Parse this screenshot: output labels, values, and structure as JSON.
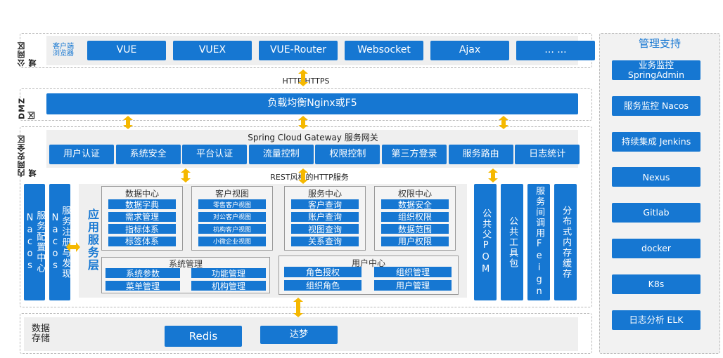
{
  "public_zone": {
    "label": "公网区域",
    "client_label": "客户端浏览器",
    "items": [
      "VUE",
      "VUEX",
      "VUE-Router",
      "Websocket",
      "Ajax",
      "... ..."
    ]
  },
  "http_label": "HTTP/HTTPS",
  "dmz_zone": {
    "label": "DMZ区",
    "lb": "负载均衡Nginx或F5"
  },
  "inner_zone": {
    "label": "内网安全区域",
    "gateway_title": "Spring Cloud Gateway 服务网关",
    "gateway_items": [
      "用户认证",
      "系统安全",
      "平台认证",
      "流量控制",
      "权限控制",
      "第三方登录",
      "服务路由",
      "日志统计"
    ],
    "rest_label": "REST风格的HTTP服务",
    "left_cols": [
      "服务配置中心Nacos",
      "服务注册与发现Nacos"
    ],
    "app_layer": "应用服务层",
    "groups": [
      {
        "title": "数据中心",
        "items": [
          "数据字典",
          "需求管理",
          "指标体系",
          "标签体系"
        ]
      },
      {
        "title": "客户视图",
        "items": [
          "零售客户视图",
          "对公客户视图",
          "机构客户视图",
          "小微企业视图"
        ]
      },
      {
        "title": "服务中心",
        "items": [
          "客户查询",
          "账户查询",
          "视图查询",
          "关系查询"
        ]
      },
      {
        "title": "权限中心",
        "items": [
          "数据安全",
          "组织权限",
          "数据范围",
          "用户权限"
        ]
      }
    ],
    "system_mgmt": {
      "title": "系统管理",
      "items": [
        "系统参数",
        "功能管理",
        "菜单管理",
        "机构管理"
      ]
    },
    "user_center": {
      "title": "用户中心",
      "items": [
        "角色授权",
        "组织管理",
        "组织角色",
        "用户管理"
      ]
    },
    "right_cols": [
      "公共父POM",
      "公共工具包",
      "服务间调用Feign",
      "分布式内存缓存"
    ]
  },
  "storage": {
    "label": "数据存储",
    "items": [
      "Redis",
      "达梦"
    ]
  },
  "mgmt": {
    "title": "管理支持",
    "items": [
      "业务监控 SpringAdmin",
      "服务监控 Nacos",
      "持续集成 Jenkins",
      "Nexus",
      "Gitlab",
      "docker",
      "K8s",
      "日志分析 ELK"
    ]
  },
  "colors": {
    "accent": "#1677d2",
    "arrow": "#f5b800",
    "zone_bg": "#efefef"
  }
}
